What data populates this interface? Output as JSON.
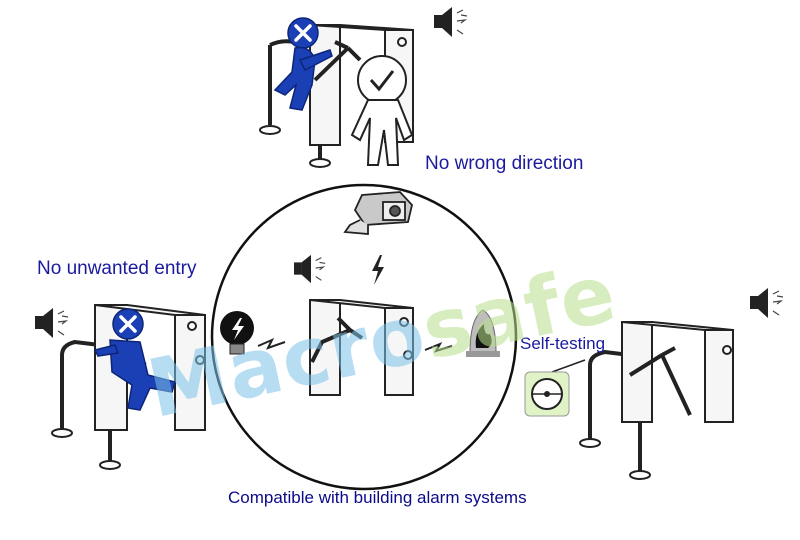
{
  "labels": {
    "no_wrong_direction": "No wrong direction",
    "no_unwanted_entry": "No unwanted entry",
    "self_testing": "Self-testing",
    "compatible": "Compatible with building alarm systems"
  },
  "watermark": {
    "part1": "Macro",
    "part2": "safe"
  },
  "icons": [
    "speaker-icon",
    "cross-icon",
    "check-icon",
    "camera-icon",
    "lightning-icon",
    "bulb-icon",
    "fire-alarm-icon",
    "sensor-icon"
  ],
  "colors": {
    "person": "#1b3fb4",
    "label": "#1a1a9e",
    "watermark_blue": "#7ec3ea",
    "watermark_green": "#b9e08c",
    "line": "#222222"
  }
}
